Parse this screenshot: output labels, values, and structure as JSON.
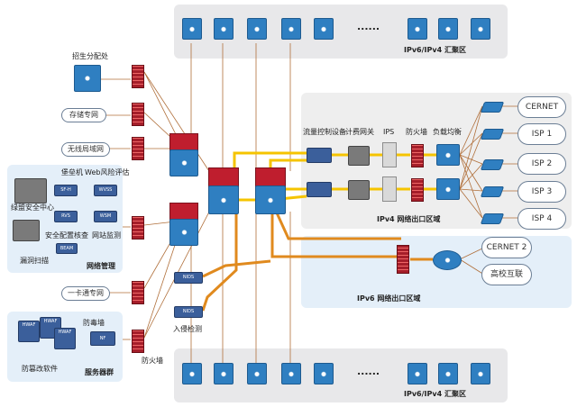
{
  "top_region": {
    "label": "IPv6/IPv4 汇聚区",
    "dots": "......"
  },
  "bottom_region": {
    "label": "IPv6/IPv4 汇聚区",
    "dots": "......"
  },
  "ipv4_region": {
    "label": "IPv4 网络出口区域",
    "devices": [
      "流量控制设备",
      "计费网关",
      "IPS",
      "防火墙",
      "负载均衡"
    ]
  },
  "ipv6_region": {
    "label": "IPv6 网络出口区域"
  },
  "isps": [
    "CERNET",
    "ISP 1",
    "ISP 2",
    "ISP 3",
    "ISP 4"
  ],
  "ipv6_clouds": [
    "CERNET 2",
    "高校互联"
  ],
  "left_labels": {
    "admission": "招生分配处",
    "storage": "存储专网",
    "wireless": "无线局域网",
    "card": "一卡通专网",
    "firewall": "防火墙",
    "intrusion": "入侵检测"
  },
  "mgmt": {
    "title": "网络管理",
    "items": [
      "堡垒机",
      "Web风险评估",
      "绿盟安全中心",
      "安全配置核查",
      "网站监测",
      "漏洞扫描"
    ],
    "boxes": [
      "SF-H",
      "WVSS",
      "RVS",
      "WSM",
      "BEAM"
    ]
  },
  "server": {
    "title": "服务器群",
    "items": [
      "防毒墙",
      "防篡改软件"
    ],
    "boxes": [
      "HWAF",
      "HWAF",
      "HWAF",
      "NF"
    ]
  },
  "nids": [
    "NIDS",
    "NIDS"
  ],
  "colors": {
    "yellow": "#f5c400",
    "orange": "#e08a1e",
    "brown": "#b06f3a",
    "red": "#bf1e2e",
    "blue": "#2f7fc1",
    "region": "#e4eff9"
  }
}
